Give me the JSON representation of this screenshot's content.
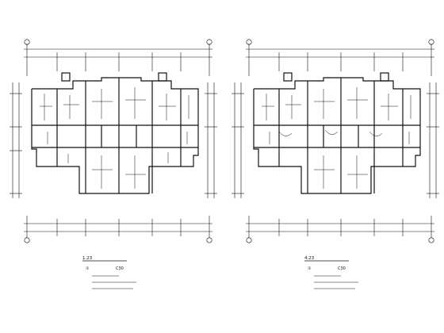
{
  "sheet": {
    "background": "#ffffff",
    "line_color": "#111111"
  },
  "plans": [
    {
      "id": "left",
      "title_prefix": "1.23",
      "notes": {
        "marker": "①",
        "grade_label": "C30"
      }
    },
    {
      "id": "right",
      "title_prefix": "4.23",
      "notes": {
        "marker": "①",
        "grade_label": "C30"
      }
    }
  ]
}
